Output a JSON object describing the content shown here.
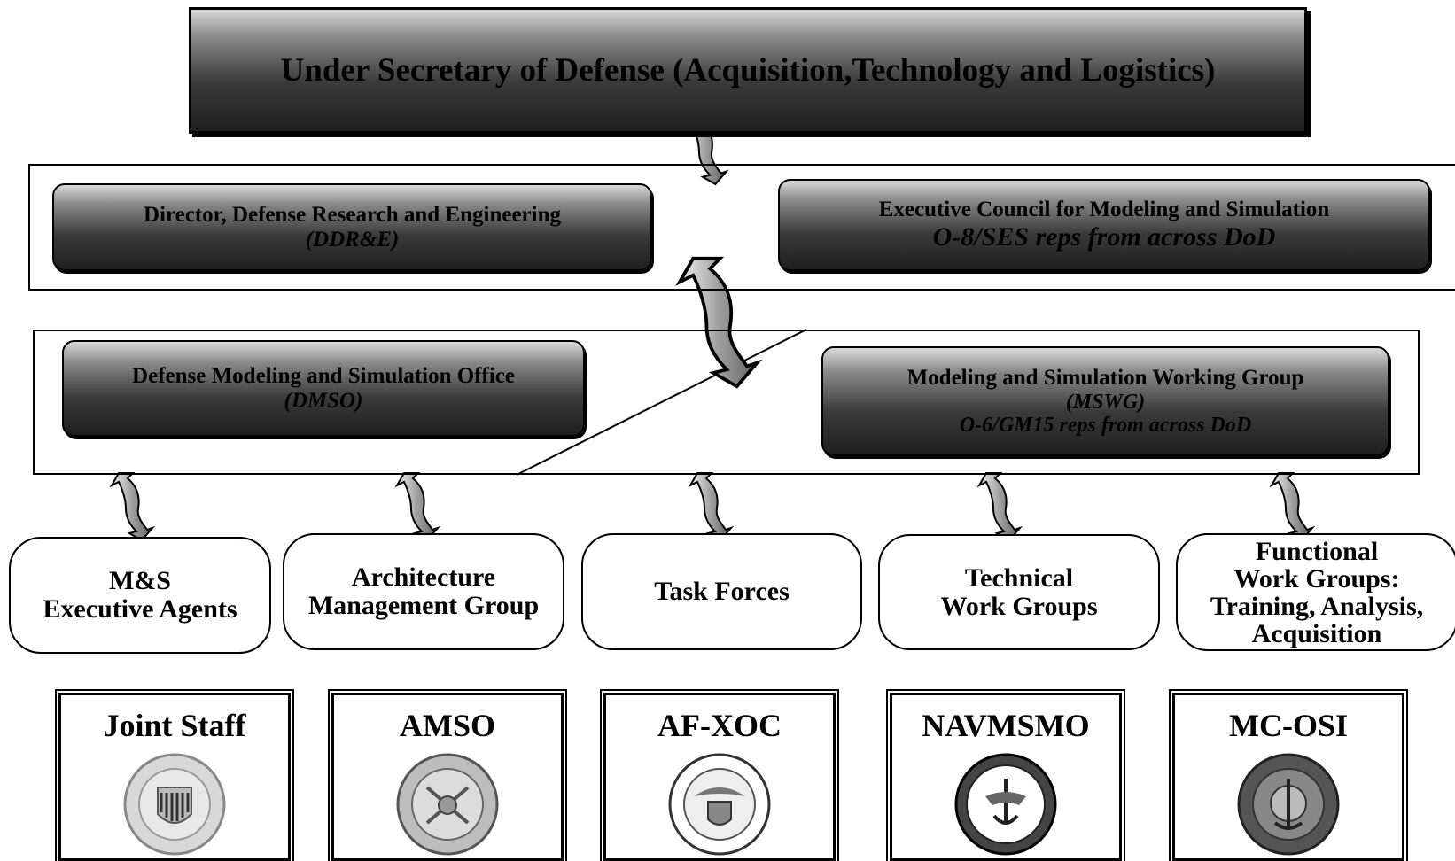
{
  "top": {
    "title": "Under Secretary of Defense (Acquisition,Technology and Logistics)"
  },
  "ddre": {
    "line1": "Director, Defense Research and Engineering",
    "line2": "(DDR&E)"
  },
  "ecms": {
    "line1": "Executive Council for Modeling and Simulation",
    "line2": "O-8/SES reps from across DoD"
  },
  "dmso": {
    "line1": "Defense Modeling and Simulation Office",
    "line2": "(DMSO)"
  },
  "mswg": {
    "line1": "Modeling and Simulation Working Group",
    "line2": "(MSWG)",
    "line3": "O-6/GM15 reps from across DoD"
  },
  "groups": [
    {
      "line1": "M&S",
      "line2": "Executive Agents"
    },
    {
      "line1": "Architecture",
      "line2": "Management Group"
    },
    {
      "line1": "Task Forces"
    },
    {
      "line1": "Technical",
      "line2": "Work Groups"
    },
    {
      "line1": "Functional",
      "line2": "Work Groups:",
      "line3": "Training, Analysis,",
      "line4": "Acquisition"
    }
  ],
  "agencies": [
    {
      "name": "Joint Staff",
      "seal": "joint-staff-seal"
    },
    {
      "name": "AMSO",
      "seal": "army-seal"
    },
    {
      "name": "AF-XOC",
      "seal": "air-force-seal"
    },
    {
      "name": "NAVMSMO",
      "seal": "navy-seal"
    },
    {
      "name": "MC-OSI",
      "seal": "marine-corps-seal"
    }
  ]
}
